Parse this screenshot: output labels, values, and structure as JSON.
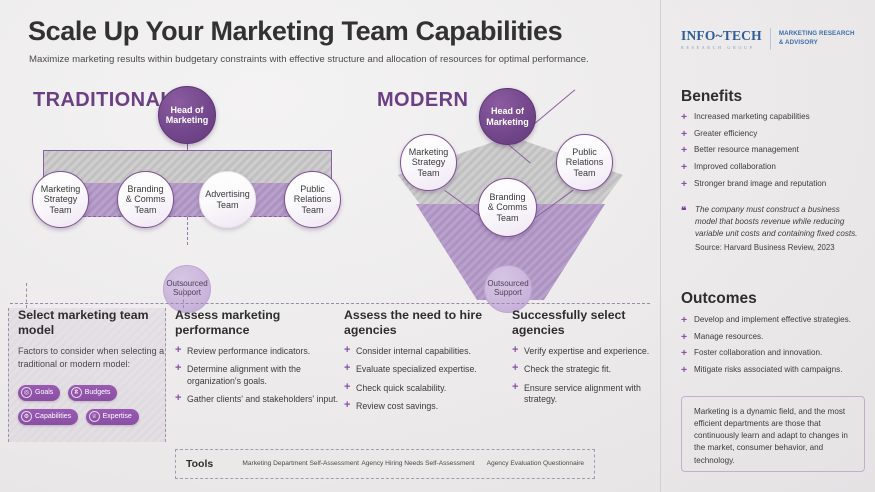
{
  "header": {
    "title": "Scale Up Your Marketing Team Capabilities",
    "subtitle": "Maximize marketing results within budgetary constraints with effective structure and allocation of resources for optimal performance."
  },
  "diagram": {
    "traditional": {
      "label": "TRADITIONAL",
      "head": "Head of\nMarketing",
      "head_line1": "Head of",
      "head_line2": "Marketing",
      "teams": [
        {
          "line1": "Marketing",
          "line2": "Strategy",
          "line3": "Team"
        },
        {
          "line1": "Branding",
          "line2": "& Comms",
          "line3": "Team"
        },
        {
          "line1": "Advertising",
          "line2": "Team",
          "line3": ""
        },
        {
          "line1": "Public",
          "line2": "Relations",
          "line3": "Team"
        }
      ],
      "outsourced_line1": "Outsourced",
      "outsourced_line2": "Support"
    },
    "modern": {
      "label": "MODERN",
      "head_line1": "Head of",
      "head_line2": "Marketing",
      "teams": [
        {
          "line1": "Marketing",
          "line2": "Strategy",
          "line3": "Team"
        },
        {
          "line1": "Public",
          "line2": "Relations",
          "line3": "Team"
        },
        {
          "line1": "Branding",
          "line2": "& Comms",
          "line3": "Team"
        }
      ],
      "outsourced_line1": "Outsourced",
      "outsourced_line2": "Support"
    }
  },
  "columns": [
    {
      "heading": "Select marketing team model",
      "blurb": "Factors to consider when selecting a traditional or modern model:",
      "pills": [
        {
          "label": "Goals",
          "icon": "target-icon",
          "glyph": "◎"
        },
        {
          "label": "Budgets",
          "icon": "money-icon",
          "glyph": "₴"
        },
        {
          "label": "Capabilities",
          "icon": "gear-icon",
          "glyph": "⚙"
        },
        {
          "label": "Expertise",
          "icon": "badge-icon",
          "glyph": "♕"
        }
      ]
    },
    {
      "heading": "Assess marketing performance",
      "bullets": [
        "Review performance indicators.",
        "Determine alignment with the organization's goals.",
        "Gather clients' and stakeholders' input."
      ]
    },
    {
      "heading": "Assess the need to hire agencies",
      "bullets": [
        "Consider internal capabilities.",
        "Evaluate specialized expertise.",
        "Check quick scalability.",
        "Review cost savings."
      ]
    },
    {
      "heading": "Successfully select agencies",
      "bullets": [
        "Verify expertise and experience.",
        "Check the strategic fit.",
        "Ensure service alignment with strategy."
      ]
    }
  ],
  "tools": {
    "label": "Tools",
    "items": [
      "Marketing Department Self-Assessment",
      "Agency Hiring Needs Self-Assessment",
      "Agency Evaluation Questionnaire"
    ]
  },
  "sidebar": {
    "logo": {
      "mark": "INFO~TECH",
      "sub": "RESEARCH GROUP",
      "tagline_line1": "MARKETING RESEARCH",
      "tagline_line2": "& ADVISORY"
    },
    "benefits": {
      "heading": "Benefits",
      "items": [
        "Increased marketing capabilities",
        "Greater efficiency",
        "Better resource management",
        "Improved collaboration",
        "Stronger brand image and reputation"
      ]
    },
    "quote": {
      "text": "The company must construct a business model that boosts revenue while reducing variable unit costs and containing fixed costs.",
      "source": "Source: Harvard Business Review, 2023"
    },
    "outcomes": {
      "heading": "Outcomes",
      "items": [
        "Develop and implement effective strategies.",
        "Manage resources.",
        "Foster collaboration and innovation.",
        "Mitigate risks associated with campaigns."
      ]
    },
    "callout": "Marketing is a dynamic field, and the most efficient departments are those that continuously learn and adapt to changes in the market, consumer behavior, and technology."
  },
  "colors": {
    "accent_purple": "#8b4fa8",
    "deep_purple": "#6b3f84",
    "light_purple": "#cbb6dc",
    "logo_blue": "#2f5e96",
    "background": "#edecec"
  }
}
